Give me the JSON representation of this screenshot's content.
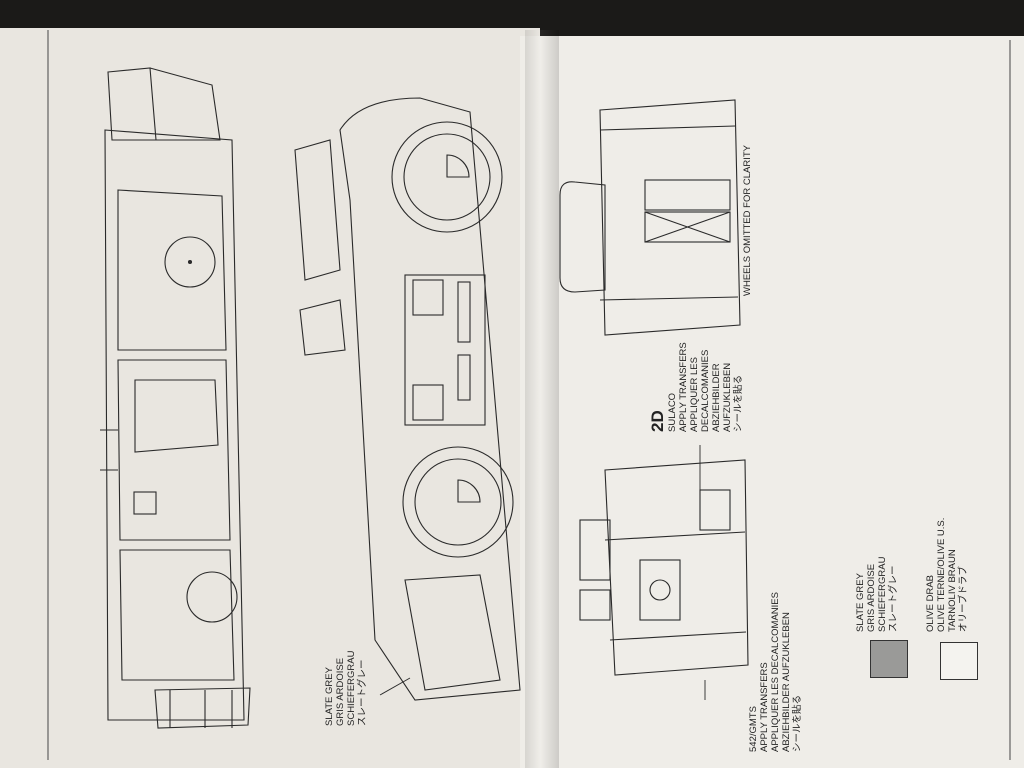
{
  "page": {
    "callout_slate_grey": [
      "SLATE GREY",
      "GRIS ARDOISE",
      "SCHIEFERGRAU",
      "スレートグレー"
    ],
    "decal_542": [
      "542/GMTS",
      "APPLY TRANSFERS",
      "APPLIQUER LES DECALCOMANIES",
      "ABZIEHBILDER AUFZUKLEBEN",
      "シールを貼る"
    ],
    "step": {
      "number": "2D",
      "lines": [
        "SULACO",
        "APPLY TRANSFERS",
        "APPLIQUER LES",
        "DECALCOMANIES",
        "ABZIEHBILDER",
        "AUFZUKLEBEN",
        "シールを貼る"
      ]
    },
    "note_wheels": "WHEELS OMITTED FOR CLARITY",
    "legend": [
      {
        "lines": [
          "SLATE GREY",
          "GRIS ARDOISE",
          "SCHIEFERGRAU",
          "スレートグレー"
        ],
        "color": "#9a9a98"
      },
      {
        "lines": [
          "OLIVE DRAB",
          "OLIVE TERNE/OLIVE U.S.",
          "TARNOLIV BRAUN",
          "オリーブドラブ"
        ],
        "color": "#f4f3ef"
      }
    ]
  }
}
